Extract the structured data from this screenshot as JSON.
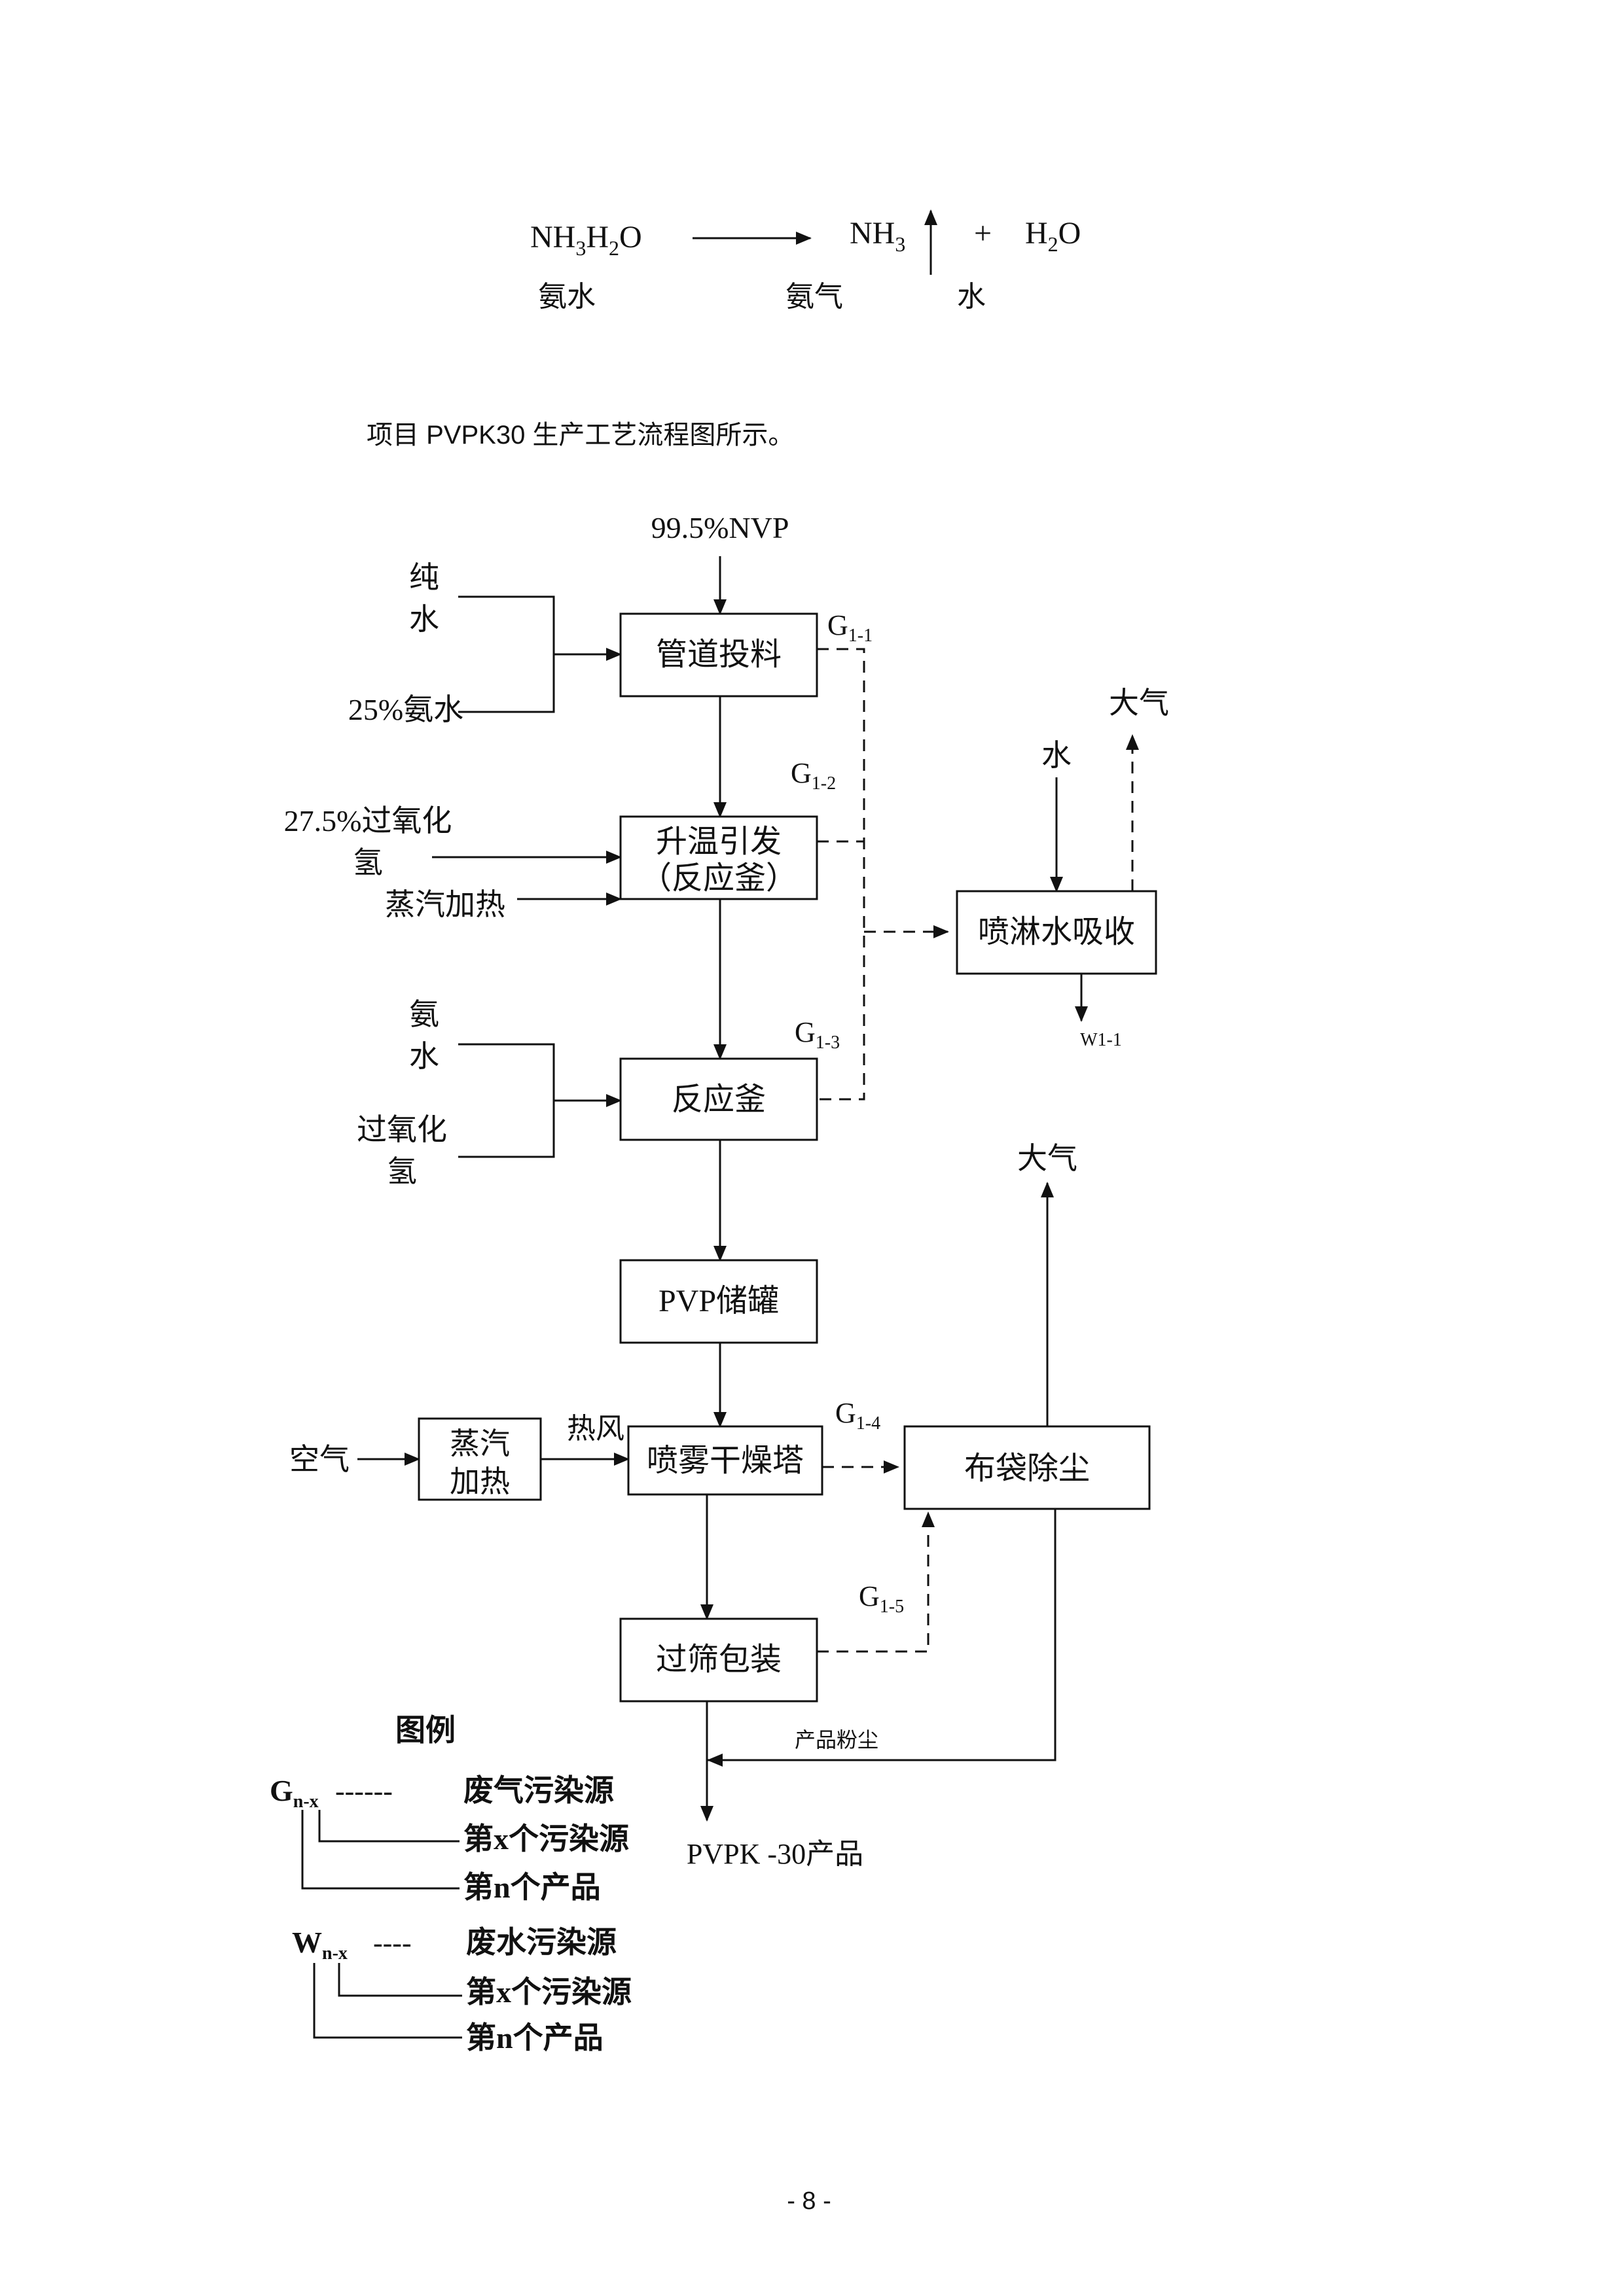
{
  "equation": {
    "reactant": {
      "base": "NH",
      "s1": "3",
      "mid": "H",
      "s2": "2",
      "end": "O",
      "label": "氨水"
    },
    "product1": {
      "base": "NH",
      "s1": "3",
      "label": "氨气"
    },
    "plus": "+",
    "product2": {
      "base": "H",
      "s1": "2",
      "end": "O",
      "label": "水"
    }
  },
  "intro_text": "项目 PVPK30 生产工艺流程图所示。",
  "flow": {
    "inputs": {
      "nvp": "99.5%NVP",
      "pure_water_1": "纯",
      "pure_water_2": "水",
      "ammonia_25": "25%氨水",
      "peroxide_1": "27.5%过氧化",
      "peroxide_2": "氢",
      "steam_heat": "蒸汽加热",
      "ammonia_1": "氨",
      "ammonia_2": "水",
      "peroxide_b1": "过氧化",
      "peroxide_b2": "氢",
      "air": "空气",
      "hot_air": "热风",
      "water": "水"
    },
    "boxes": {
      "pipe_feed": "管道投料",
      "heat_init_1": "升温引发",
      "heat_init_2": "（反应釜）",
      "reactor": "反应釜",
      "pvp_tank": "PVP储罐",
      "spray_dryer": "喷雾干燥塔",
      "sieve_pack": "过筛包装",
      "steam_box_1": "蒸汽",
      "steam_box_2": "加热",
      "scrubber": "喷淋水吸收",
      "baghouse": "布袋除尘"
    },
    "labels": {
      "g11": {
        "base": "G",
        "sub": "1-1"
      },
      "g12": {
        "base": "G",
        "sub": "1-2"
      },
      "g13": {
        "base": "G",
        "sub": "1-3"
      },
      "g14": {
        "base": "G",
        "sub": "1-4"
      },
      "g15": {
        "base": "G",
        "sub": "1-5"
      },
      "atm_1": "大气",
      "atm_2": "大气",
      "w11": "W1-1",
      "product_dust": "产品粉尘",
      "final_product": "PVPK -30产品"
    }
  },
  "legend": {
    "title": "图例",
    "g_symbol": {
      "base": "G",
      "sub": "n-x"
    },
    "g_dashes": "------",
    "g_desc": "废气污染源",
    "g_x": "第x个污染源",
    "g_n": "第n个产品",
    "w_symbol": {
      "base": "W",
      "sub": "n-x"
    },
    "w_dashes": "----",
    "w_desc": "废水污染源",
    "w_x": "第x个污染源",
    "w_n": "第n个产品"
  },
  "page_number": "- 8 -"
}
